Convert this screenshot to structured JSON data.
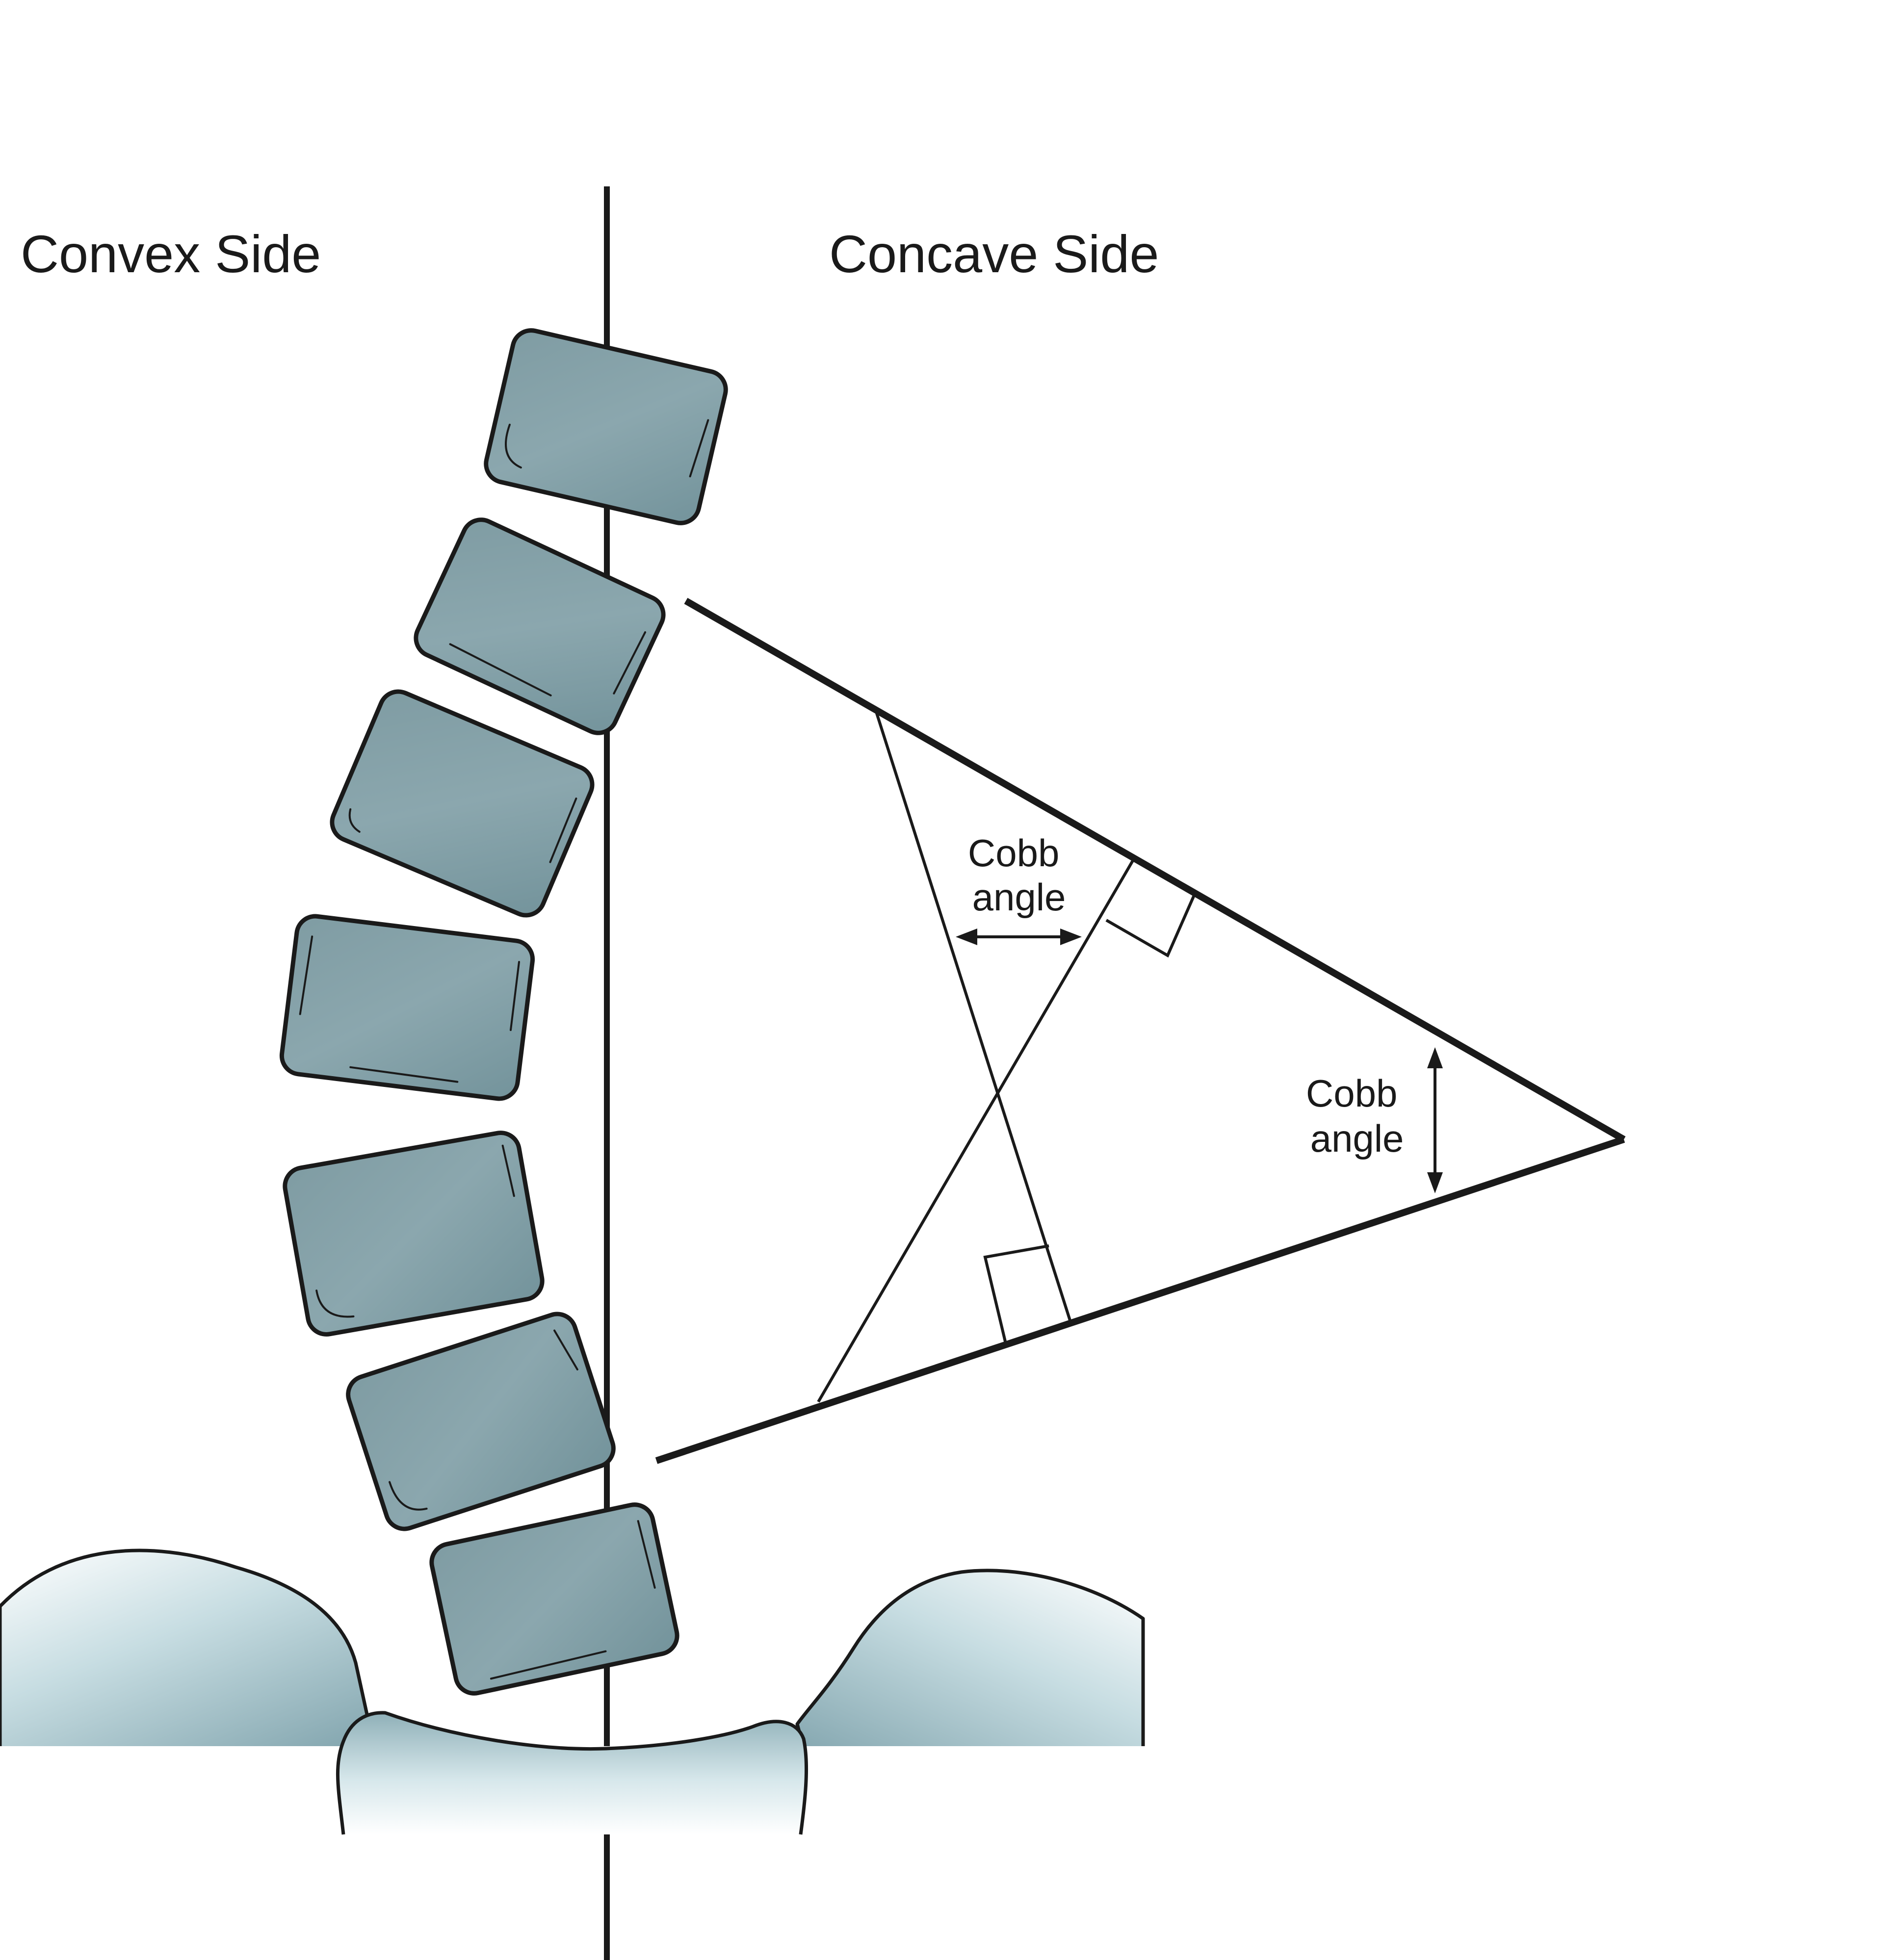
{
  "labels": {
    "convex_side": "Convex Side",
    "concave_side": "Concave Side"
  },
  "cobb_label_upper": {
    "line1": "Cobb",
    "line2": "angle"
  },
  "cobb_label_right": {
    "line1": "Cobb",
    "line2": "angle"
  },
  "colors": {
    "vertebra_fill": "#87a3aa",
    "vertebra_dark": "#6f8f97",
    "outline": "#1a1a1a",
    "bone_shade": "#9dbcc4"
  }
}
